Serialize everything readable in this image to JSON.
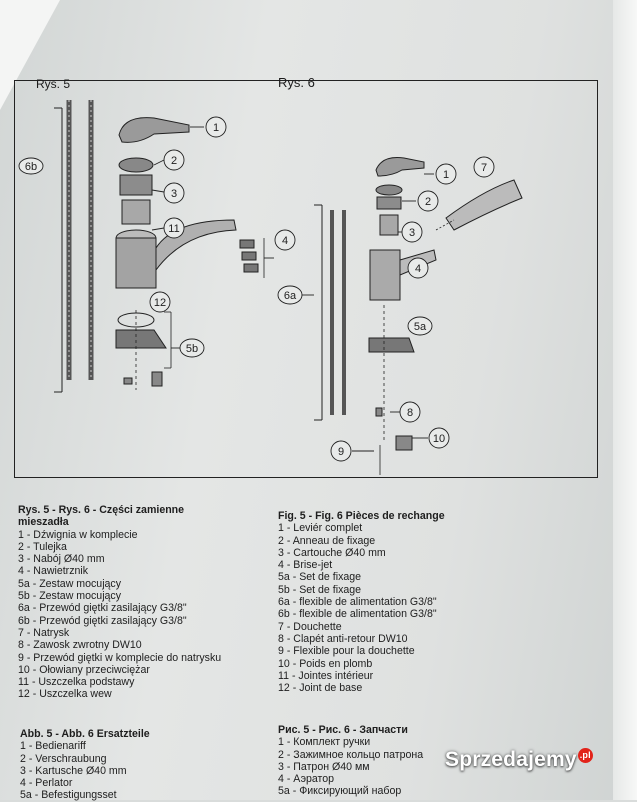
{
  "figure": {
    "rys5_partial": "Rys. 5",
    "rys6": "Rys. 6",
    "callouts_left": [
      "1",
      "2",
      "3",
      "11",
      "4",
      "12",
      "5b",
      "6b"
    ],
    "callouts_right": [
      "1",
      "2",
      "3",
      "7",
      "4",
      "5a",
      "6a",
      "8",
      "9",
      "10"
    ]
  },
  "polish": {
    "heading": "Rys. 5 - Rys. 6 - Części zamienne mieszadła",
    "items": [
      "1 - Dźwignia w komplecie",
      "2 - Tulejka",
      "3 - Nabój Ø40 mm",
      "4 - Nawietrznik",
      "5a - Zestaw mocujący",
      "5b - Zestaw mocujący",
      "6a - Przewód giętki zasilający G3/8\"",
      "6b - Przewód giętki zasilający G3/8\"",
      "7 - Natrysk",
      "8 - Zawosk zwrotny DW10",
      "9 - Przewód giętki w komplecie do natrysku",
      "10 - Ołowiany przeciwciężar",
      "11 - Uszczelka podstawy",
      "12 - Uszczelka wew"
    ]
  },
  "german": {
    "heading": "Abb. 5 - Abb. 6 Ersatzteile",
    "items": [
      "1 - Bedienariff",
      "2 - Verschraubung",
      "3 - Kartusche Ø40 mm",
      "4 - Perlator",
      "5a - Befestigungsset"
    ]
  },
  "french": {
    "heading": "Fig. 5 - Fig. 6 Pièces de rechange",
    "items": [
      "1 - Leviér complet",
      "2 - Anneau de fixage",
      "3 - Cartouche Ø40 mm",
      "4 - Brise-jet",
      "5a - Set de fixage",
      "5b - Set de fixage",
      "6a - flexible de alimentation G3/8\"",
      "6b - flexible de alimentation G3/8\"",
      "7 - Douchette",
      "8 - Clapét anti-retour DW10",
      "9 - Flexible pour la douchette",
      "10 - Poids en plomb",
      "11 - Jointes intérieur",
      "12 - Joint de base"
    ]
  },
  "russian": {
    "heading": "Рис. 5 - Рис. 6 - Запчасти",
    "items": [
      "1 - Комплект ручки",
      "2 - Зажимное кольцо патрона",
      "3 - Патрон Ø40 мм",
      "4 - Аэратор",
      "5а - Фиксирующий набор"
    ]
  },
  "watermark": "Sprzedajemy",
  "watermark_badge": ".pl"
}
